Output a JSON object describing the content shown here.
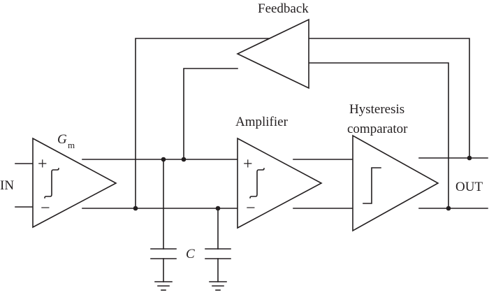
{
  "labels": {
    "feedback": "Feedback",
    "amplifier": "Amplifier",
    "hysteresis_line1": "Hysteresis",
    "hysteresis_line2": "comparator",
    "gm_symbol": "G",
    "gm_subscript": "m",
    "input": "IN",
    "output": "OUT",
    "capacitor": "C",
    "plus": "+",
    "minus": "−"
  },
  "colors": {
    "line": "#231f20",
    "background": "#ffffff"
  }
}
